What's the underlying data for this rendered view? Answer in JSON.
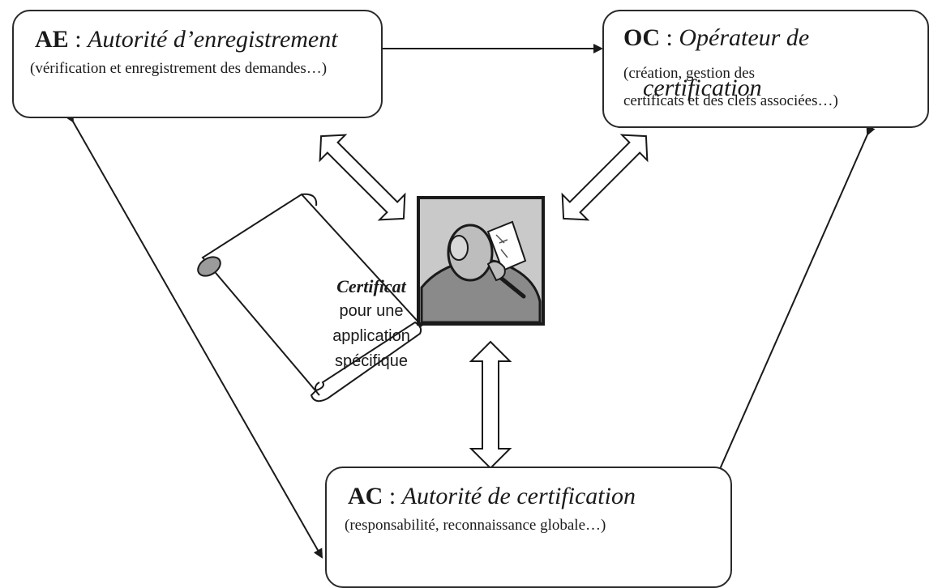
{
  "ae": {
    "abbr": "AE",
    "separator": " : ",
    "name": "Autorité d’enregistrement",
    "description": "(vérification et enregistrement des demandes…)"
  },
  "oc": {
    "abbr": "OC",
    "separator": " : ",
    "name_part1": "Opérateur de",
    "name_part2": "certification",
    "description_part1": " (création, gestion des",
    "description_part2": "certificats et des clefs associées…)"
  },
  "ac": {
    "abbr": "AC",
    "separator": " : ",
    "name": "Autorité de certification",
    "description": "(responsabilité, reconnaissance globale…)"
  },
  "certificate": {
    "title": "Certificat",
    "line1": "pour une",
    "line2": "application",
    "line3": "spécifique"
  },
  "icons": {
    "user": "user-with-certificate-icon",
    "scroll": "certificate-scroll-icon"
  },
  "colors": {
    "line": "#1a1a1a",
    "icon_background": "#c9c9c9",
    "icon_fill": "#8a8a8a"
  }
}
